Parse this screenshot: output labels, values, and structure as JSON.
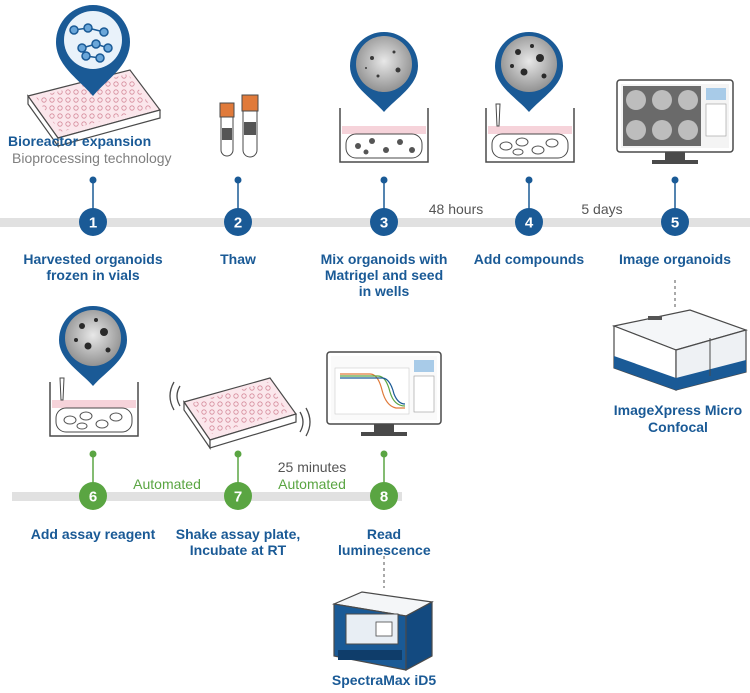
{
  "header": {
    "title": "Bioreactor expansion",
    "subtitle": "Bioprocessing technology"
  },
  "row1": {
    "steps": [
      {
        "number": "1",
        "label": "Harvested organoids frozen in vials"
      },
      {
        "number": "2",
        "label": "Thaw"
      },
      {
        "number": "3",
        "label": "Mix organoids with Matrigel and seed in wells"
      },
      {
        "number": "4",
        "label": "Add compounds"
      },
      {
        "number": "5",
        "label": "Image organoids"
      }
    ],
    "intervals": [
      "48 hours",
      "5 days"
    ],
    "instrument": "ImageXpress Micro Confocal"
  },
  "row2": {
    "steps": [
      {
        "number": "6",
        "label": "Add assay reagent"
      },
      {
        "number": "7",
        "label": "Shake assay plate, Incubate at RT"
      },
      {
        "number": "8",
        "label": "Read luminescence"
      }
    ],
    "intervals": [
      "Automated",
      "25 minutes",
      "Automated"
    ],
    "instrument": "SpectraMax iD5"
  },
  "colors": {
    "blue": "#1a5a96",
    "green": "#5aa542",
    "timeline": "#e1e1e1",
    "stroke": "#4a4a4a",
    "pink": "#f6d3da"
  }
}
